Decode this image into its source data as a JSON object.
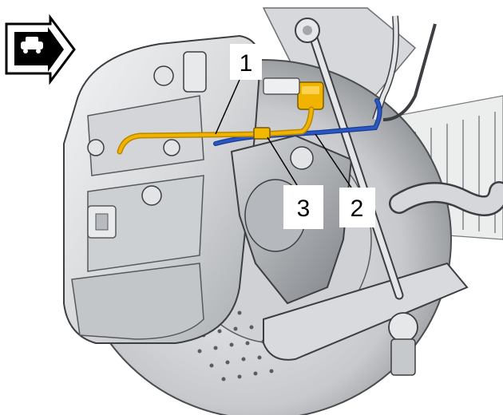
{
  "diagram": {
    "callouts": [
      {
        "label": "1",
        "part": "yellow-brake-line"
      },
      {
        "label": "2",
        "part": "blue-wheel-speed-sensor-wire"
      },
      {
        "label": "3",
        "part": "line-connector-clip"
      }
    ],
    "colors": {
      "background": "#ffffff",
      "metal_light": "#e6e7e9",
      "metal_mid": "#c9cbce",
      "metal_dark": "#8f9296",
      "outline": "#3c3e41",
      "yellow_line": "#f0b400",
      "yellow_line_dark": "#b98700",
      "blue_wire": "#2a57c4",
      "shadow": "#5f6266"
    },
    "icons": {
      "orientation": "vehicle-front-direction-arrow-icon"
    }
  }
}
